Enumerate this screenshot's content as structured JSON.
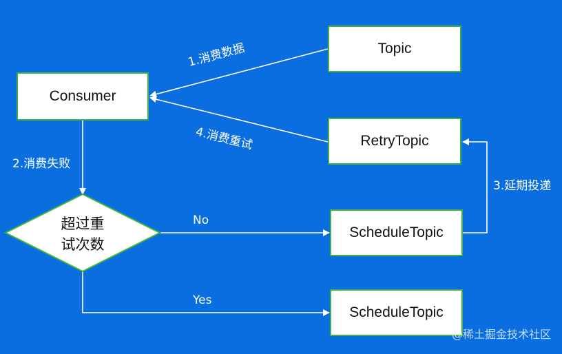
{
  "nodes": {
    "consumer": "Consumer",
    "topic": "Topic",
    "retry_topic": "RetryTopic",
    "schedule_topic_no": "ScheduleTopic",
    "schedule_topic_yes": "ScheduleTopic",
    "decision_line1": "超过重",
    "decision_line2": "试次数"
  },
  "edges": {
    "consume_data": "1.消费数据",
    "consume_fail": "2.消费失败",
    "delay_deliver": "3.延期投递",
    "consume_retry": "4.消费重试",
    "no": "No",
    "yes": "Yes"
  },
  "watermark": "@稀土掘金技术社区",
  "colors": {
    "background": "#0a6ee0",
    "box_fill": "#ffffff",
    "box_border": "#3fb23f",
    "line": "#ffffff"
  }
}
